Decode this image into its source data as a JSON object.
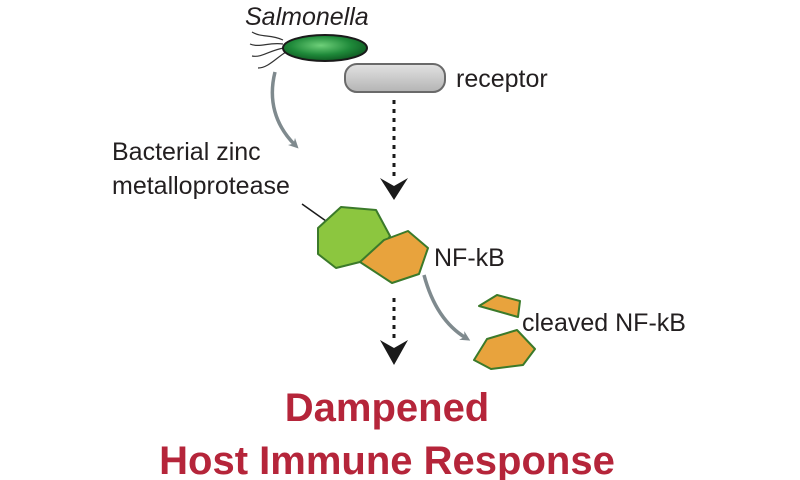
{
  "diagram": {
    "organism_label": "Salmonella",
    "receptor_label": "receptor",
    "protease_label_line1": "Bacterial zinc",
    "protease_label_line2": "metalloprotease",
    "nfkb_label": "NF-kB",
    "cleaved_label": "cleaved NF-kB",
    "outcome_line1": "Dampened",
    "outcome_line2": "Host Immune Response"
  },
  "colors": {
    "bacterium_fill": "#1f8a3a",
    "bacterium_outline": "#1a1a1a",
    "receptor_fill": "#c8c8c8",
    "protease_fill": "#8cc63f",
    "nfkb_fill": "#e8a33d",
    "shape_outline": "#3b7a2a",
    "grey_arrow": "#7f8a8e",
    "black_arrow": "#1a1a1a",
    "outcome_text": "#b5253a"
  },
  "icons": {
    "bacterium": "salmonella-bacterium-icon",
    "receptor": "receptor-icon",
    "protease": "zinc-metalloprotease-icon",
    "nfkb": "nfkb-protein-icon",
    "cleaved": "cleaved-nfkb-fragments-icon"
  }
}
